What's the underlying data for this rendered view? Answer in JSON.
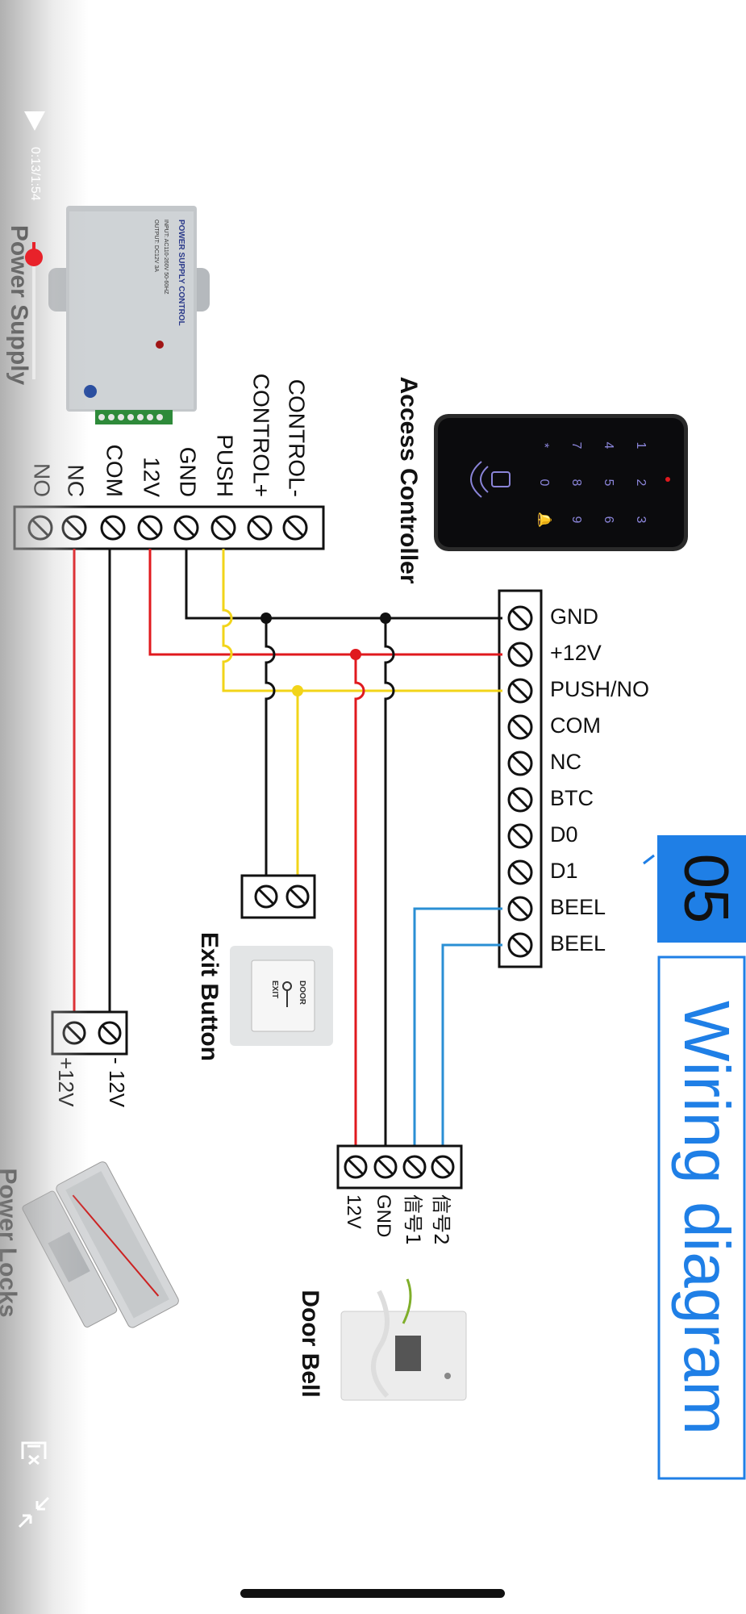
{
  "title": {
    "number": "05",
    "text": "Wiring diagram"
  },
  "sections": {
    "access_controller": "Access Controller",
    "power_supply": "Power Supply",
    "exit_button": "Exit Button",
    "door_bell": "Door Bell",
    "power_locks": "Power Locks"
  },
  "power_supply_terminals": [
    "CONTROL-",
    "CONTROL+",
    "PUSH",
    "GND",
    "12V",
    "COM",
    "NC",
    "NO"
  ],
  "controller_terminals": [
    "GND",
    "+12V",
    "PUSH/NO",
    "COM",
    "NC",
    "BTC",
    "D0",
    "D1",
    "BEEL",
    "BEEL"
  ],
  "lock_terminals": [
    "- 12V",
    "+12V"
  ],
  "doorbell_terminals": [
    "信号2",
    "信号1",
    "GND",
    "12V"
  ],
  "device_labels": {
    "psu_header": "POWER SUPPLY CONTROL",
    "psu_input": "INPUT: AC110-260V 50-60HZ",
    "psu_output": "OUTPUT: DC12V 3A",
    "door_line1": "DOOR",
    "door_line2": "EXIT",
    "keypad_keys": [
      "1",
      "2",
      "3",
      "4",
      "5",
      "6",
      "7",
      "8",
      "9",
      "*",
      "0",
      "🔔"
    ]
  },
  "video": {
    "time_readout": "0:13/1:54",
    "progress": 0.11
  },
  "colors": {
    "accent_blue": "#1f7fe6",
    "wire_red": "#e0191e",
    "wire_yellow": "#f2d419",
    "wire_blue": "#2a8fd4",
    "wire_black": "#111111",
    "progress_red": "#e8222a"
  },
  "icons": [
    "play-icon",
    "cast-icon",
    "exit-fullscreen-icon"
  ]
}
